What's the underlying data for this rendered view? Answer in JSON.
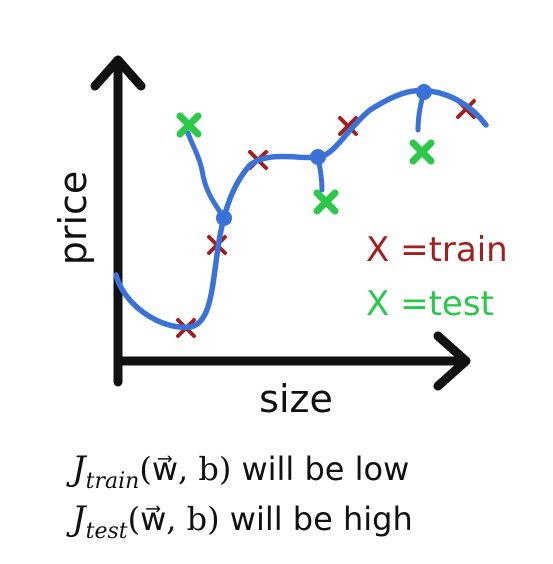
{
  "labels": {
    "y_axis": "price",
    "x_axis": "size",
    "legend_train": "X =train",
    "legend_test": "X =test"
  },
  "equations": [
    {
      "symbol": "J",
      "subscript": "train",
      "args": "(w⃗, b)",
      "text": " will be low"
    },
    {
      "symbol": "J",
      "subscript": "test",
      "args": "(w⃗, b)",
      "text": " will be high"
    }
  ],
  "colors": {
    "axis": "#111111",
    "fit_curve": "#3a72d8",
    "train_marker": "#a11f1f",
    "test_marker": "#2cc84a"
  },
  "icons": {
    "train_marker": "x-mark-icon",
    "test_marker": "x-mark-icon"
  }
}
